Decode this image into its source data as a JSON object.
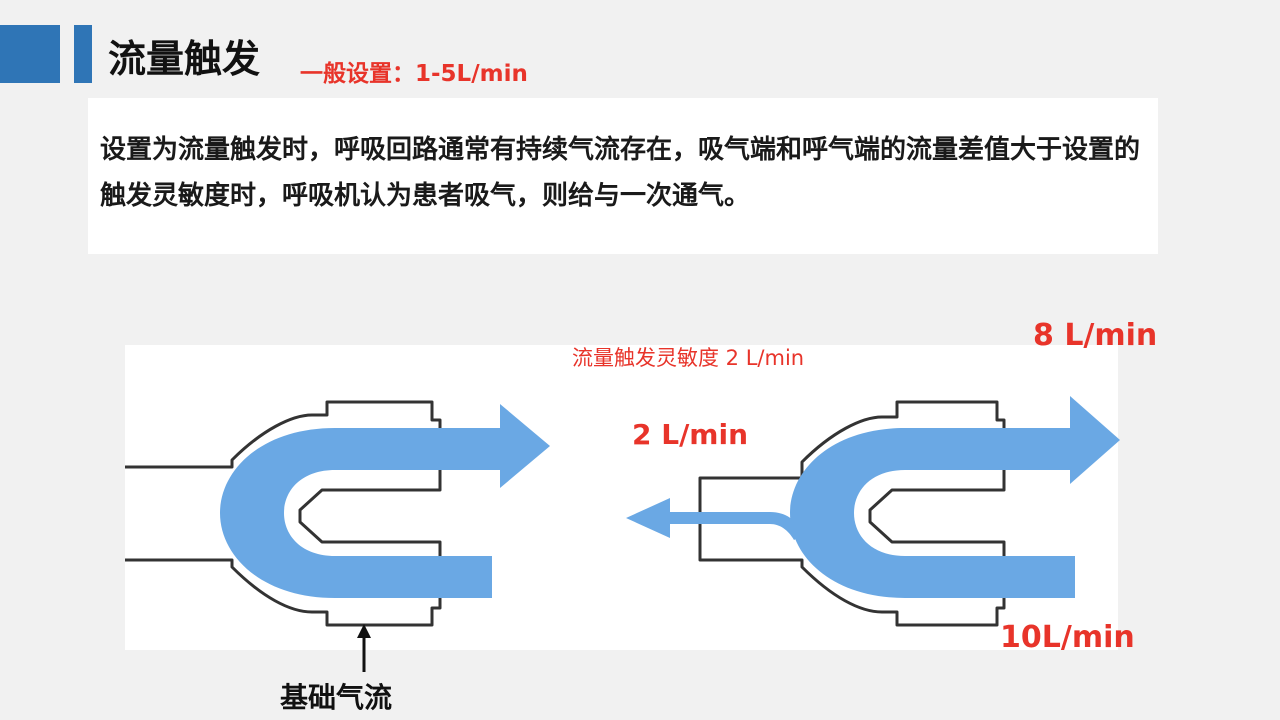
{
  "header": {
    "title": "流量触发",
    "subtitle": "一般设置：1-5L/min"
  },
  "description": "设置为流量触发时，呼吸回路通常有持续气流存在，吸气端和呼气端的流量差值大于设置的触发灵敏度时，呼吸机认为患者吸气，则给与一次通气。",
  "diagram": {
    "sensitivity_label": "流量触发灵敏度  2  L/min",
    "leak_flow_label": "2 L/min",
    "outflow_label": "8 L/min",
    "inflow_label": "10L/min",
    "base_flow_label": "基础气流"
  },
  "colors": {
    "accent": "#2f75b6",
    "flow_arrow": "#6aa8e4",
    "highlight_text": "#e8342a",
    "outline": "#333333"
  }
}
